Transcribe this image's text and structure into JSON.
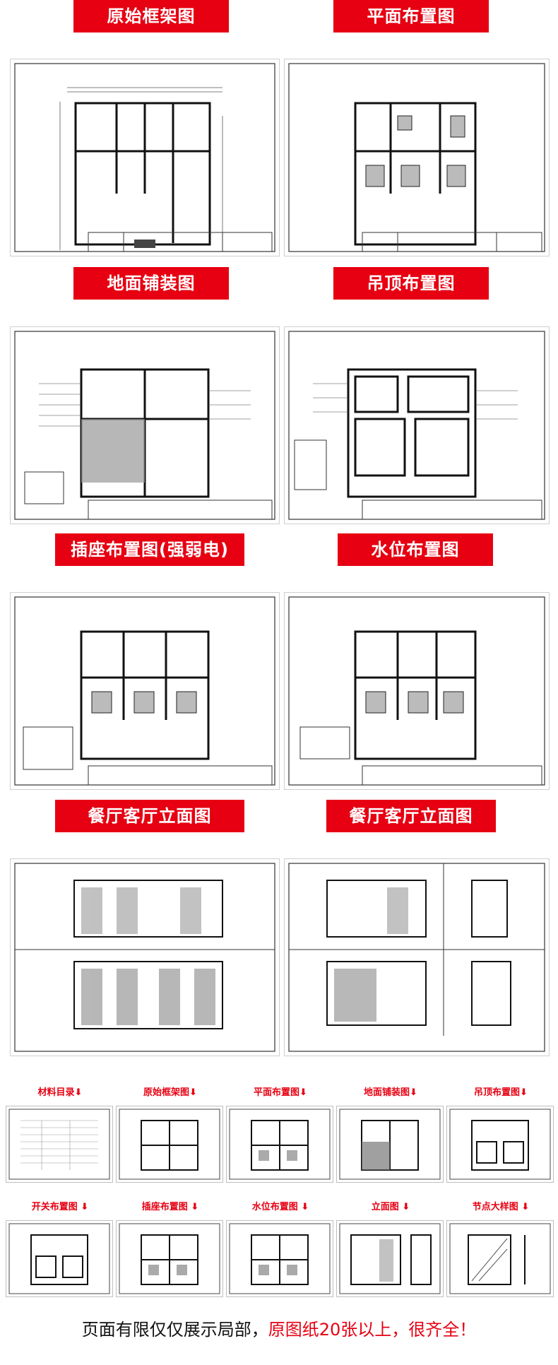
{
  "sections": [
    {
      "left": "原始框架图",
      "right": "平面布置图"
    },
    {
      "left": "地面铺装图",
      "right": "吊顶布置图"
    },
    {
      "left": "插座布置图(强弱电)",
      "right": "水位布置图"
    },
    {
      "left": "餐厅客厅立面图",
      "right": "餐厅客厅立面图"
    }
  ],
  "thumbnails": {
    "row1": [
      "材料目录",
      "原始框架图",
      "平面布置图",
      "地面铺装图",
      "吊顶布置图"
    ],
    "row2": [
      "开关布置图",
      "插座布置图",
      "水位布置图",
      "立面图",
      "节点大样图"
    ],
    "arrow": "⬇"
  },
  "footer": {
    "text_plain": "页面有限仅仅展示局部，",
    "text_highlight": "原图纸20张以上，很齐全！"
  },
  "colors": {
    "accent": "#e60012"
  }
}
